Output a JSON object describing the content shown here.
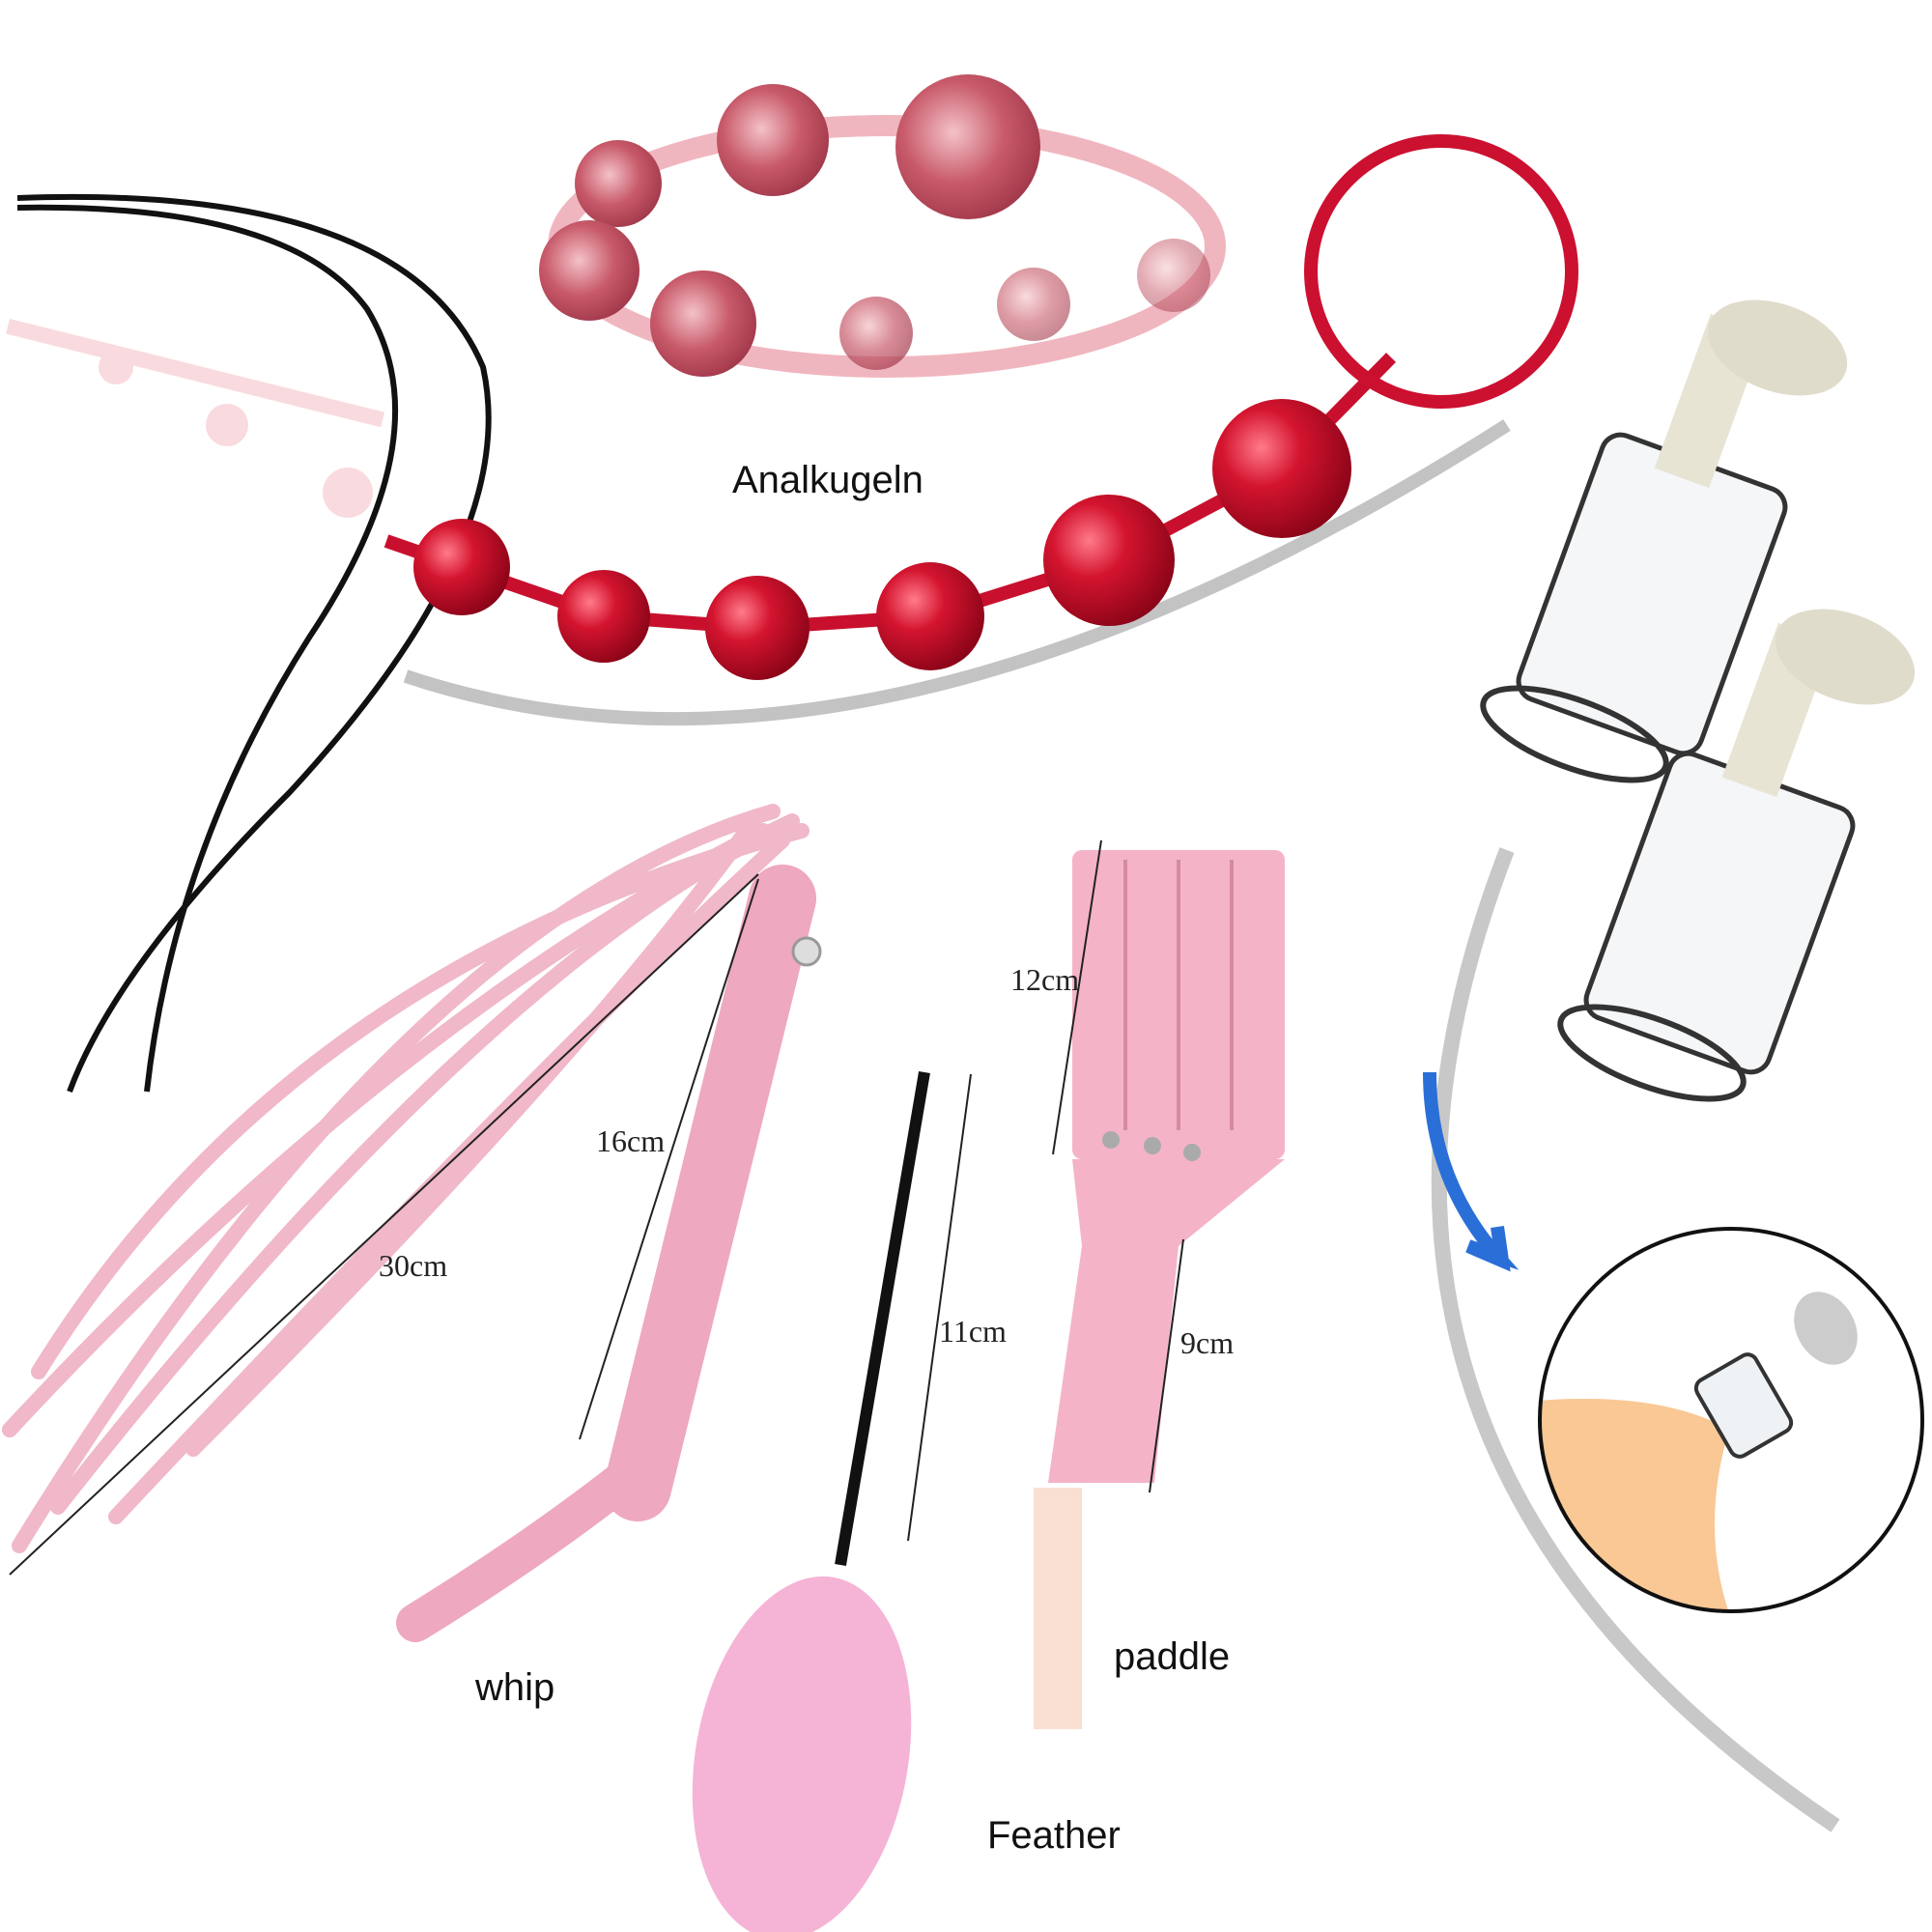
{
  "labels": {
    "beads": "Analkugeln",
    "whip": "whip",
    "paddle": "paddle",
    "feather": "Feather"
  },
  "dimensions": {
    "whip_total": "30cm",
    "whip_handle": "16cm",
    "feather_stick": "11cm",
    "paddle_head": "12cm",
    "paddle_handle": "9cm"
  },
  "colors": {
    "bead_red": "#c8102e",
    "bead_pink": "#d9707e",
    "whip_pink": "#f0b8c8",
    "paddle_pink": "#f5b3c8",
    "skin": "#f9c894",
    "arrow_blue": "#2a6fd8"
  }
}
